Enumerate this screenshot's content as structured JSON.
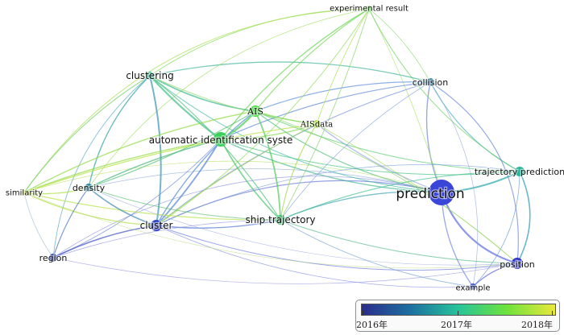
{
  "nodes": [
    {
      "id": "experimental_result",
      "label": "experimental result",
      "color": "#62d84a"
    },
    {
      "id": "clustering",
      "label": "clustering",
      "color": "#2fb596"
    },
    {
      "id": "collision",
      "label": "collision",
      "color": "#2f7fa6"
    },
    {
      "id": "ais",
      "label": "AIS",
      "color": "#48de42"
    },
    {
      "id": "ais_data",
      "label": "AISdata",
      "color": "#a6e532"
    },
    {
      "id": "auto_id",
      "label": "automatic identification syste",
      "color": "#3bd05a"
    },
    {
      "id": "trajectory_prediction",
      "label": "trajectory prediction",
      "color": "#28b69b"
    },
    {
      "id": "prediction",
      "label": "prediction",
      "color": "#3a46d8"
    },
    {
      "id": "similarity",
      "label": "similarity",
      "color": "#c8e324"
    },
    {
      "id": "density",
      "label": "density",
      "color": "#2b8a9c"
    },
    {
      "id": "cluster",
      "label": "cluster",
      "color": "#2f44c4"
    },
    {
      "id": "ship_trajectory",
      "label": "ship trajectory",
      "color": "#39c06a"
    },
    {
      "id": "region",
      "label": "region",
      "color": "#283ca8"
    },
    {
      "id": "position",
      "label": "position",
      "color": "#3038c8"
    },
    {
      "id": "example",
      "label": "example",
      "color": "#3a52c8"
    }
  ],
  "legend": {
    "labels": [
      "2016年",
      "2017年",
      "2018年"
    ],
    "gradient": [
      "#2a2c8c",
      "#1d6fa0",
      "#27c49a",
      "#6ee23c",
      "#e8e83a"
    ]
  }
}
